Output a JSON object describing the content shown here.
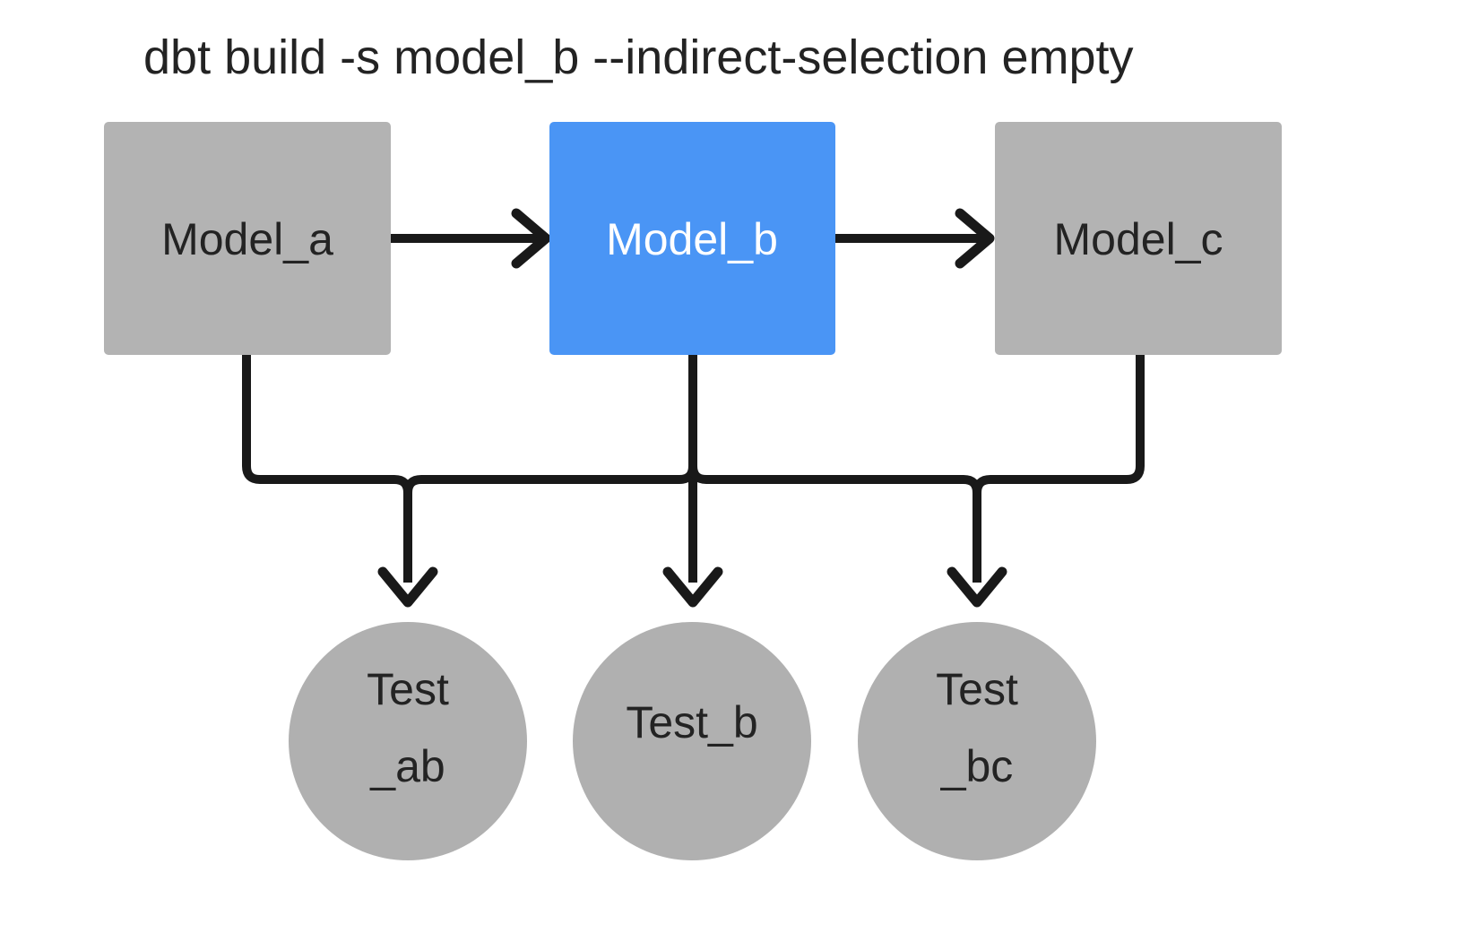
{
  "diagram": {
    "title": "dbt build -s model_b --indirect-selection empty",
    "background_color": "#ffffff",
    "colors": {
      "selected": "#4a95f5",
      "unselected_box": "#b3b3b3",
      "unselected_circle": "#b0b0b0",
      "edge": "#191919",
      "label_dark": "#232323",
      "label_light": "#ffffff"
    },
    "models": [
      {
        "id": "model_a",
        "label": "Model_a",
        "state": "unselected",
        "shape": "rectangle"
      },
      {
        "id": "model_b",
        "label": "Model_b",
        "state": "selected",
        "shape": "rectangle"
      },
      {
        "id": "model_c",
        "label": "Model_c",
        "state": "unselected",
        "shape": "rectangle"
      }
    ],
    "tests": [
      {
        "id": "test_ab",
        "label_line1": "Test",
        "label_line2": "_ab",
        "state": "unselected",
        "shape": "circle"
      },
      {
        "id": "test_b",
        "label_line1": "Test_b",
        "label_line2": "",
        "state": "unselected",
        "shape": "circle"
      },
      {
        "id": "test_bc",
        "label_line1": "Test",
        "label_line2": "_bc",
        "state": "unselected",
        "shape": "circle"
      }
    ],
    "edges": [
      {
        "from": "model_a",
        "to": "model_b",
        "style": "arrow-right"
      },
      {
        "from": "model_b",
        "to": "model_c",
        "style": "arrow-right"
      },
      {
        "from": "model_a",
        "to": "test_ab",
        "style": "elbow-down"
      },
      {
        "from": "model_b",
        "to": "test_ab",
        "style": "elbow-down"
      },
      {
        "from": "model_b",
        "to": "test_b",
        "style": "straight-down"
      },
      {
        "from": "model_b",
        "to": "test_bc",
        "style": "elbow-down"
      },
      {
        "from": "model_c",
        "to": "test_bc",
        "style": "elbow-down"
      }
    ]
  }
}
